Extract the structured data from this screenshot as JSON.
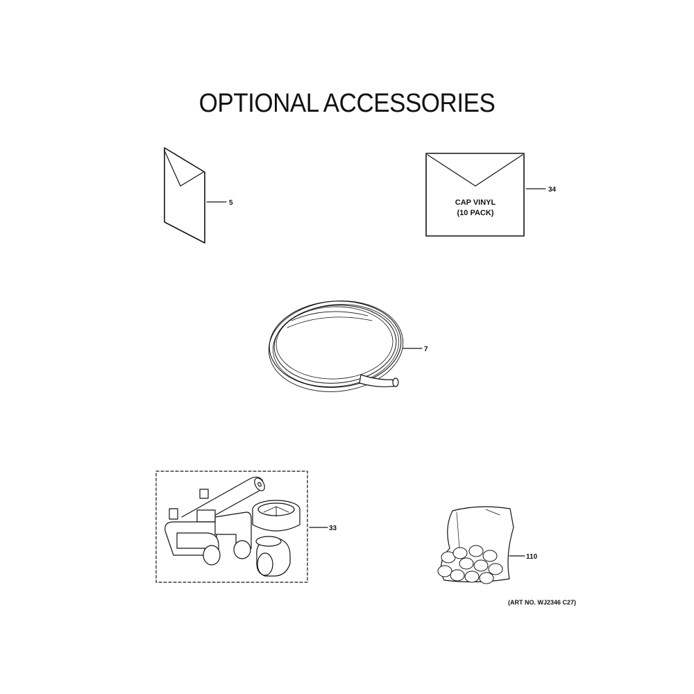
{
  "title": "OPTIONAL ACCESSORIES",
  "parts": [
    {
      "callout": "5",
      "icon": "manual-sheet-icon"
    },
    {
      "callout": "34",
      "icon": "envelope-bag-icon",
      "bag_text_line1": "CAP VINYL",
      "bag_text_line2": "(10 PACK)"
    },
    {
      "callout": "7",
      "icon": "coiled-tubing-icon"
    },
    {
      "callout": "33",
      "icon": "drain-kit-icon"
    },
    {
      "callout": "110",
      "icon": "caps-bag-icon"
    }
  ],
  "art_number": "(ART NO. WJ2346 C27)"
}
